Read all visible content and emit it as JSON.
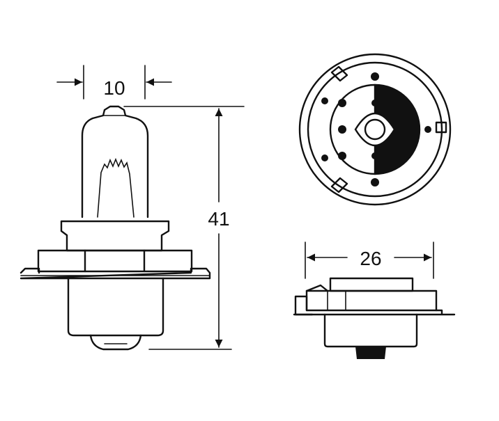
{
  "diagram": {
    "dimensions": {
      "bulb_width": "10",
      "overall_height": "41",
      "base_width": "26"
    },
    "colors": {
      "line": "#111111",
      "fill_dark": "#111111",
      "background": "#ffffff"
    }
  }
}
